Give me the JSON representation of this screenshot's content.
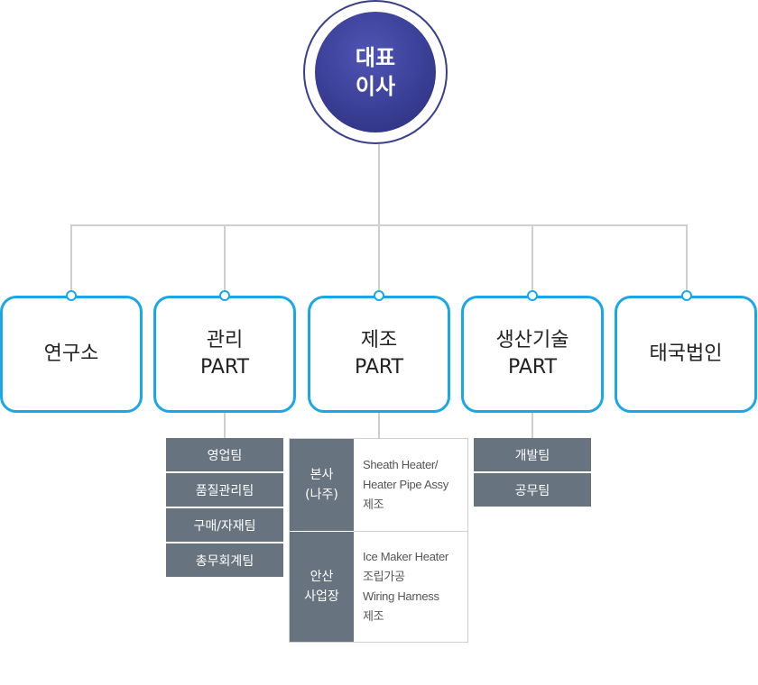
{
  "ceo": {
    "line1": "대표",
    "line2": "이사"
  },
  "departments": [
    {
      "line1": "연구소",
      "line2": ""
    },
    {
      "line1": "관리",
      "line2": "PART"
    },
    {
      "line1": "제조",
      "line2": "PART"
    },
    {
      "line1": "생산기술",
      "line2": "PART"
    },
    {
      "line1": "태국법인",
      "line2": ""
    }
  ],
  "management_teams": [
    "영업팀",
    "품질관리팀",
    "구매/자재팀",
    "총무회계팀"
  ],
  "manufacturing_sites": [
    {
      "name1": "본사",
      "name2": "(나주)",
      "desc": [
        "Sheath Heater/",
        "Heater Pipe Assy",
        "제조"
      ]
    },
    {
      "name1": "안산",
      "name2": "사업장",
      "desc": [
        "Ice Maker Heater",
        "조립가공",
        "Wiring Harness",
        "제조"
      ]
    }
  ],
  "production_tech_teams": [
    "개발팀",
    "공무팀"
  ],
  "colors": {
    "ceo": "#3a3f96",
    "dept_border": "#1aa7e8",
    "team_bg": "#687380",
    "connector": "#cfcfcf"
  }
}
